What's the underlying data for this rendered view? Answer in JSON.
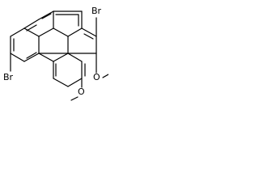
{
  "molecule": {
    "labels": {
      "bromo_top": "Br",
      "bromo_left": "Br",
      "methoxy_upper": "O",
      "methoxy_lower": "O"
    }
  }
}
